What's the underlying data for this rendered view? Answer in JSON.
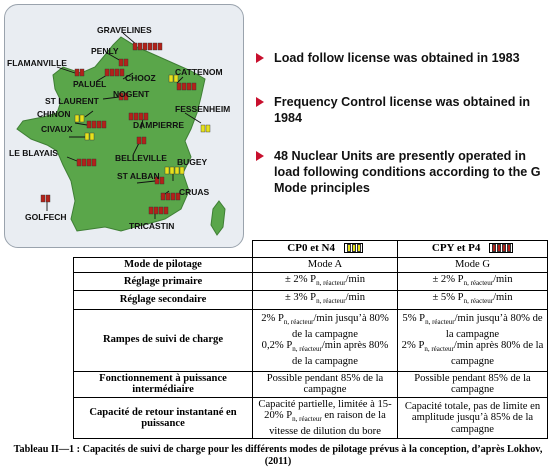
{
  "map": {
    "sites": [
      {
        "name": "GRAVELINES"
      },
      {
        "name": "PENLY"
      },
      {
        "name": "FLAMANVILLE"
      },
      {
        "name": "PALUEL"
      },
      {
        "name": "CHOOZ"
      },
      {
        "name": "CATTENOM"
      },
      {
        "name": "NOGENT"
      },
      {
        "name": "ST LAURENT"
      },
      {
        "name": "FESSENHEIM"
      },
      {
        "name": "CHINON"
      },
      {
        "name": "DAMPIERRE"
      },
      {
        "name": "CIVAUX"
      },
      {
        "name": "LE BLAYAIS"
      },
      {
        "name": "BELLEVILLE"
      },
      {
        "name": "BUGEY"
      },
      {
        "name": "ST ALBAN"
      },
      {
        "name": "CRUAS"
      },
      {
        "name": "GOLFECH"
      },
      {
        "name": "TRICASTIN"
      }
    ],
    "colors": {
      "land": "#5aa64a",
      "cp0_n4": "#e6e21c",
      "cpy_p4": "#b3221a",
      "arrow": "#c8102e"
    }
  },
  "bullets": [
    "Load follow license was obtained in 1983",
    "Frequency Control license was obtained in 1984",
    "48 Nuclear Units are presently operated in load following conditions according to the G Mode principles"
  ],
  "table": {
    "col1_header": "CP0 et N4",
    "col2_header": "CPY et P4",
    "rows": {
      "mode_label": "Mode de pilotage",
      "mode_a": "Mode A",
      "mode_g": "Mode G",
      "primaire_label": "Réglage primaire",
      "primaire_a_pre": "± 2% P",
      "primaire_a_sub": "n, réacteur",
      "primaire_a_post": "/min",
      "primaire_g_pre": "± 2% P",
      "primaire_g_sub": "n, réacteur",
      "primaire_g_post": "/min",
      "secondaire_label": "Réglage secondaire",
      "secondaire_a_pre": "± 3% P",
      "secondaire_a_sub": "n, réacteur",
      "secondaire_a_post": "/min",
      "secondaire_g_pre": "± 5% P",
      "secondaire_g_sub": "n, réacteur",
      "secondaire_g_post": "/min",
      "rampes_label": "Rampes de suivi de charge",
      "rampes_a1_pre": "2% P",
      "rampes_a1_sub": "n, réacteur",
      "rampes_a1_post": "/min jusqu’à 80% de la campagne",
      "rampes_a2_pre": "0,2% P",
      "rampes_a2_sub": "n, réacteur",
      "rampes_a2_post": "/min après 80% de la campagne",
      "rampes_g1_pre": "5% P",
      "rampes_g1_sub": "n, réacteur",
      "rampes_g1_post": "/min jusqu’à 80% de la campagne",
      "rampes_g2_pre": "2% P",
      "rampes_g2_sub": "n, réacteur",
      "rampes_g2_post": "/min après 80% de la campagne",
      "fonct_label": "Fonctionnement à puissance intermédiaire",
      "fonct_a": "Possible pendant 85% de la campagne",
      "fonct_g": "Possible pendant 85% de la campagne",
      "retour_label": "Capacité de retour instantané en puissance",
      "retour_a_pre": "Capacité partielle, limitée à 15-20% P",
      "retour_a_sub": "n, réacteur",
      "retour_a_post": " en raison de la vitesse de dilution du bore",
      "retour_g": "Capacité totale, pas de limite en amplitude jusqu’à 85% de la campagne"
    }
  },
  "caption": "Tableau II—1 : Capacités de suivi de charge pour les différents modes de pilotage prévus à la conception, d’après Lokhov, (2011)"
}
